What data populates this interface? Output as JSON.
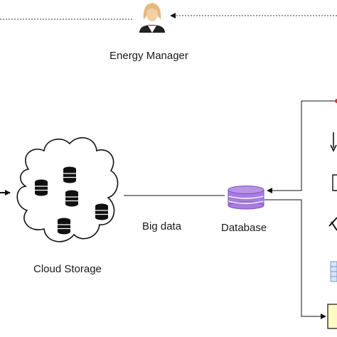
{
  "labels": {
    "energy_manager": "Energy Manager",
    "big_data": "Big data",
    "database": "Database",
    "cloud_storage": "Cloud Storage"
  },
  "colors": {
    "database_fill": "#a77ddf",
    "database_stroke": "#7f51c2",
    "cloud_stroke": "#111111",
    "db_icon": "#111111",
    "line": "#111111",
    "note_fill": "#fff9c4",
    "person_hair": "#e3b97f",
    "person_skin": "#f4cfa6",
    "person_suit": "#222222"
  },
  "icons": [
    "person-icon",
    "cloud-icon",
    "database-icon",
    "db-cylinder-icon"
  ]
}
